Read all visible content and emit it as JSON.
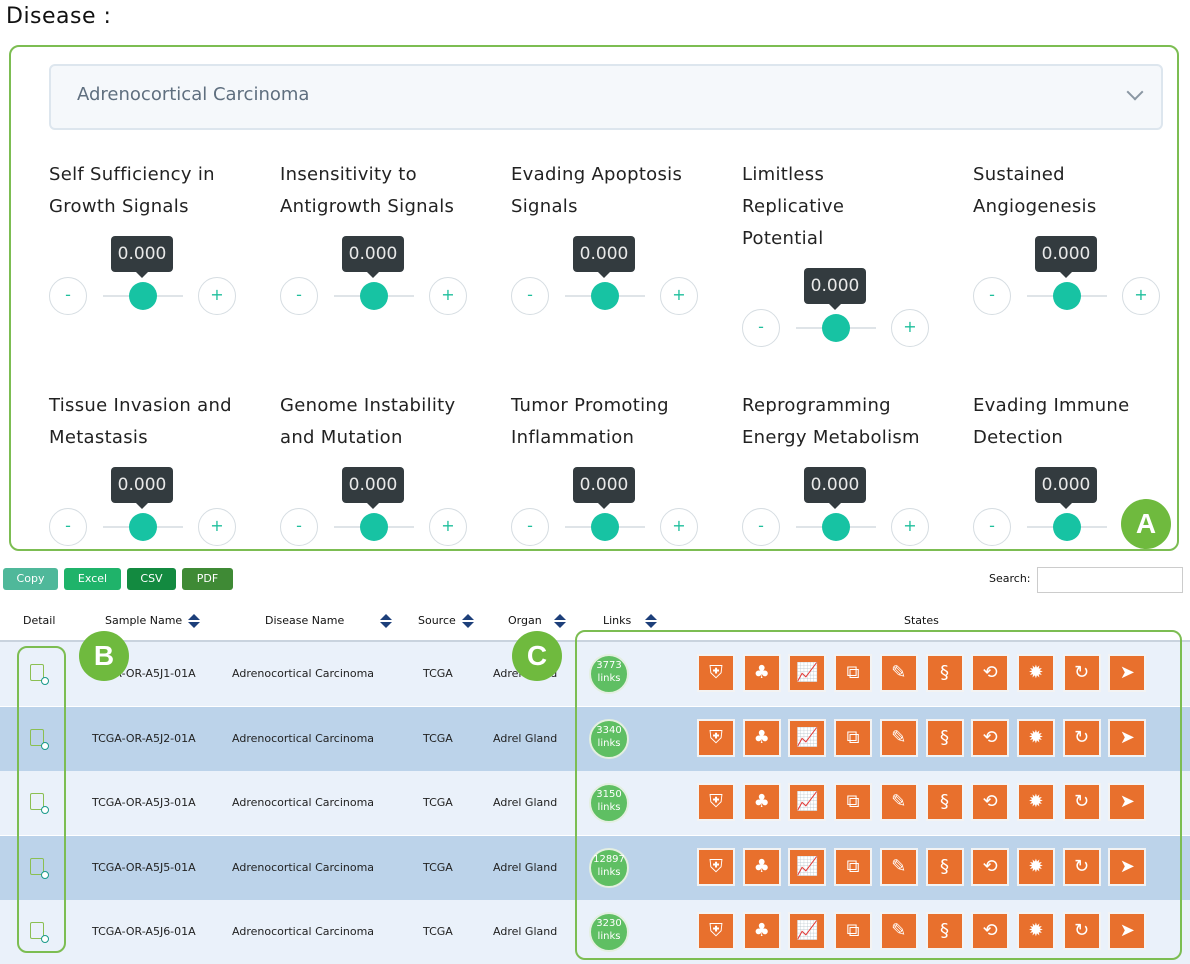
{
  "page": {
    "section_label": "Disease :"
  },
  "disease_select": {
    "selected": "Adrenocortical Carcinoma"
  },
  "hallmarks": [
    {
      "label_lines": [
        "Self Sufficiency in",
        "Growth Signals"
      ],
      "value": "0.000",
      "minus": "-",
      "plus": "+"
    },
    {
      "label_lines": [
        "Insensitivity to",
        "Antigrowth Signals"
      ],
      "value": "0.000",
      "minus": "-",
      "plus": "+"
    },
    {
      "label_lines": [
        "Evading Apoptosis",
        "Signals"
      ],
      "value": "0.000",
      "minus": "-",
      "plus": "+"
    },
    {
      "label_lines": [
        "Limitless",
        "Replicative",
        "Potential"
      ],
      "value": "0.000",
      "minus": "-",
      "plus": "+"
    },
    {
      "label_lines": [
        "Sustained",
        "Angiogenesis"
      ],
      "value": "0.000",
      "minus": "-",
      "plus": "+"
    },
    {
      "label_lines": [
        "Tissue Invasion and",
        "Metastasis"
      ],
      "value": "0.000",
      "minus": "-",
      "plus": "+"
    },
    {
      "label_lines": [
        "Genome Instability",
        "and Mutation"
      ],
      "value": "0.000",
      "minus": "-",
      "plus": "+"
    },
    {
      "label_lines": [
        "Tumor Promoting",
        "Inflammation"
      ],
      "value": "0.000",
      "minus": "-",
      "plus": "+"
    },
    {
      "label_lines": [
        "Reprogramming",
        "Energy Metabolism"
      ],
      "value": "0.000",
      "minus": "-",
      "plus": "+"
    },
    {
      "label_lines": [
        "Evading Immune",
        "Detection"
      ],
      "value": "0.000",
      "minus": "-",
      "plus": "+"
    }
  ],
  "callouts": {
    "a": "A",
    "b": "B",
    "c": "C"
  },
  "export_buttons": [
    {
      "label": "Copy",
      "color": "#4fb89a"
    },
    {
      "label": "Excel",
      "color": "#1fb36a"
    },
    {
      "label": "CSV",
      "color": "#138a40"
    },
    {
      "label": "PDF",
      "color": "#3f8a35"
    }
  ],
  "search": {
    "label": "Search:",
    "value": ""
  },
  "table": {
    "headers": {
      "detail": "Detail",
      "sample": "Sample Name",
      "disease": "Disease Name",
      "source": "Source",
      "organ": "Organ",
      "links": "Links",
      "states": "States"
    },
    "rows": [
      {
        "sample": "TCGA-OR-A5J1-01A",
        "disease": "Adrenocortical Carcinoma",
        "source": "TCGA",
        "organ": "Adrel Gland",
        "links_count": "3773",
        "links_unit": "links"
      },
      {
        "sample": "TCGA-OR-A5J2-01A",
        "disease": "Adrenocortical Carcinoma",
        "source": "TCGA",
        "organ": "Adrel Gland",
        "links_count": "3340",
        "links_unit": "links"
      },
      {
        "sample": "TCGA-OR-A5J3-01A",
        "disease": "Adrenocortical Carcinoma",
        "source": "TCGA",
        "organ": "Adrel Gland",
        "links_count": "3150",
        "links_unit": "links"
      },
      {
        "sample": "TCGA-OR-A5J5-01A",
        "disease": "Adrenocortical Carcinoma",
        "source": "TCGA",
        "organ": "Adrel Gland",
        "links_count": "12897",
        "links_unit": "links"
      },
      {
        "sample": "TCGA-OR-A5J6-01A",
        "disease": "Adrenocortical Carcinoma",
        "source": "TCGA",
        "organ": "Adrel Gland",
        "links_count": "3230",
        "links_unit": "links"
      }
    ],
    "state_icons": [
      {
        "name": "shield-icon",
        "glyph": "⛨"
      },
      {
        "name": "sprout-icon",
        "glyph": "♣"
      },
      {
        "name": "chart-clock-icon",
        "glyph": "📈"
      },
      {
        "name": "copy-plus-icon",
        "glyph": "⧉"
      },
      {
        "name": "dna-broken-icon",
        "glyph": "✎"
      },
      {
        "name": "path-flag-icon",
        "glyph": "§"
      },
      {
        "name": "dna-cycle-icon",
        "glyph": "⟲"
      },
      {
        "name": "virus-icon",
        "glyph": "✹"
      },
      {
        "name": "refresh-icon",
        "glyph": "↻"
      },
      {
        "name": "arrow-icon",
        "glyph": "➤"
      }
    ]
  }
}
